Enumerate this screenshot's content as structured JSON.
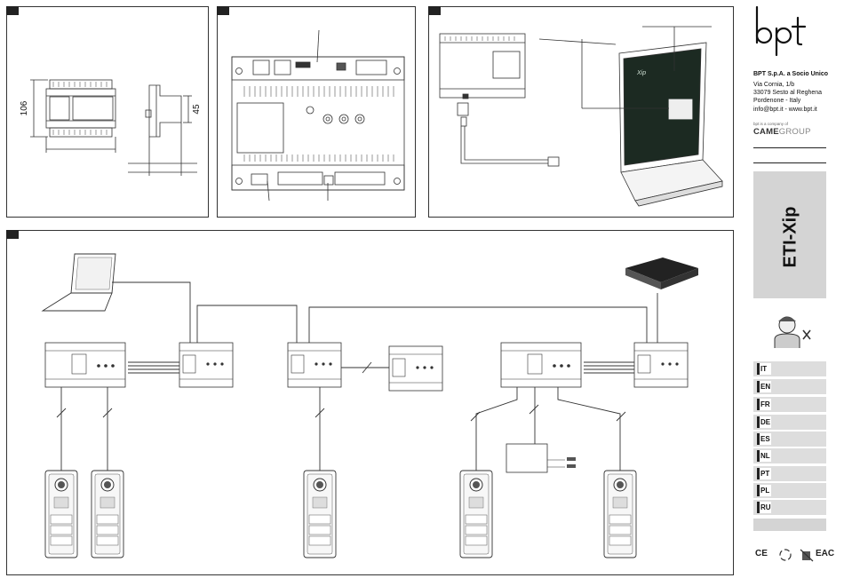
{
  "brand": {
    "logo_text": "bpt",
    "company": "BPT S.p.A. a Socio Unico",
    "address": [
      "Via Cornia, 1/b",
      "33079 Sesto al Reghena",
      "Pordenone - Italy",
      "info@bpt.it - www.bpt.it"
    ],
    "group_prefix": "bpt is a company of",
    "group_bold": "CAME",
    "group_light": "GROUP"
  },
  "product": {
    "name": "ETI-Xip"
  },
  "languages": [
    "IT",
    "EN",
    "FR",
    "DE",
    "ES",
    "NL",
    "PT",
    "PL",
    "RU"
  ],
  "certifications": [
    "CE",
    "recycle-icon",
    "bin-icon",
    "EAC"
  ],
  "figures": {
    "dimensions": {
      "height_label": "106",
      "depth_label": "45"
    },
    "screen_title": "Xip"
  },
  "colors": {
    "line": "#333333",
    "gray_panel": "#d4d4d4",
    "lang_bar": "#dddddd",
    "laptop_screen": "#1c2a22"
  }
}
